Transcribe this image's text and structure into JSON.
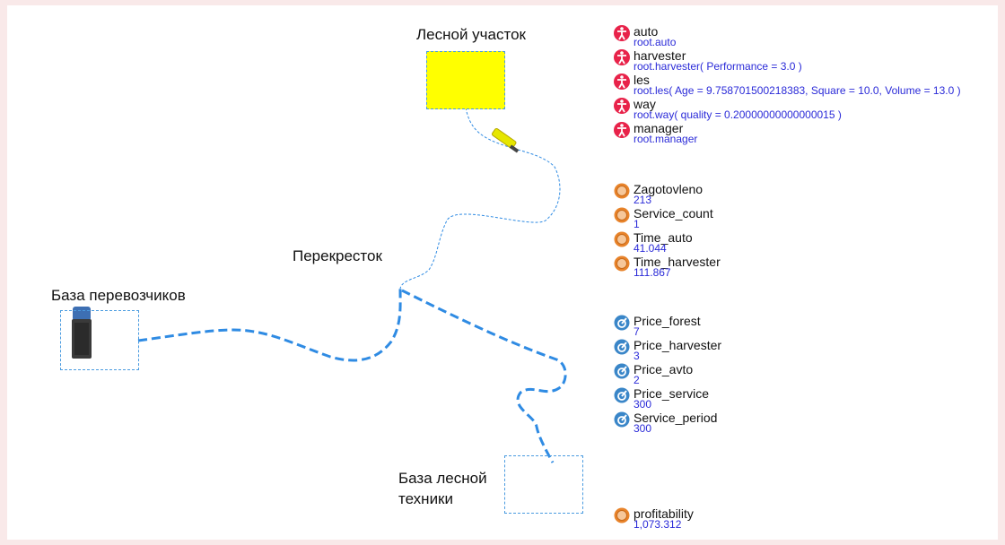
{
  "places": {
    "forest": "Лесной участок",
    "crossroads": "Перекресток",
    "carrier_base": "База перевозчиков",
    "tech_base_line1": "База лесной",
    "tech_base_line2": "техники"
  },
  "agents": [
    {
      "name": "auto",
      "value": "root.auto",
      "icon": "agent-icon"
    },
    {
      "name": "harvester",
      "value": "root.harvester( Performance = 3.0 )",
      "icon": "agent-icon"
    },
    {
      "name": "les",
      "value": "root.les( Age = 9.758701500218383, Square = 10.0, Volume = 13.0 )",
      "icon": "agent-icon"
    },
    {
      "name": "way",
      "value": "root.way( quality = 0.20000000000000015 )",
      "icon": "agent-icon"
    },
    {
      "name": "manager",
      "value": "root.manager",
      "icon": "agent-icon"
    }
  ],
  "variables": [
    {
      "name": "Zagotovleno",
      "value": "213",
      "icon": "variable-icon"
    },
    {
      "name": "Service_count",
      "value": "1",
      "icon": "variable-icon"
    },
    {
      "name": "Time_auto",
      "value": "41.044",
      "icon": "variable-icon"
    },
    {
      "name": "Time_harvester",
      "value": "111.867",
      "icon": "variable-icon"
    }
  ],
  "parameters": [
    {
      "name": "Price_forest",
      "value": "7",
      "icon": "parameter-icon"
    },
    {
      "name": "Price_harvester",
      "value": "3",
      "icon": "parameter-icon"
    },
    {
      "name": "Price_avto",
      "value": "2",
      "icon": "parameter-icon"
    },
    {
      "name": "Price_service",
      "value": "300",
      "icon": "parameter-icon"
    },
    {
      "name": "Service_period",
      "value": "300",
      "icon": "parameter-icon"
    }
  ],
  "output": {
    "name": "profitability",
    "value": "1,073.312",
    "icon": "variable-icon"
  },
  "colors": {
    "agent": "#e8234a",
    "variable": "#e8832a",
    "parameter": "#3a86c8",
    "forest_fill": "#ffff00",
    "route": "#2f8be3",
    "value_text": "#2a2ad8",
    "frame_bg": "#f9e9e9"
  }
}
